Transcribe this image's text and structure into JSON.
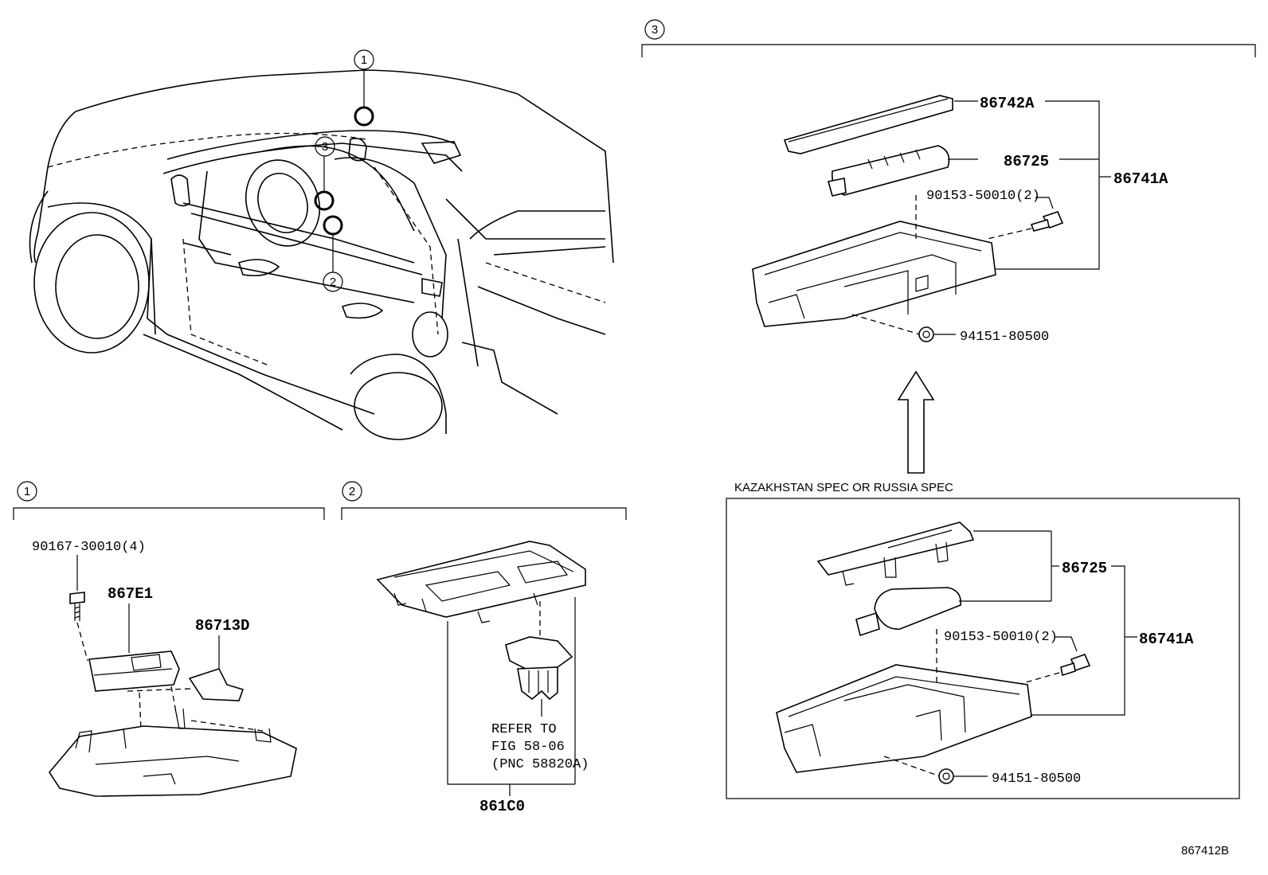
{
  "callouts": {
    "c1": "1",
    "c2": "2",
    "c3": "3"
  },
  "section3": {
    "parts": {
      "p86742A": "86742A",
      "p86725": "86725",
      "p86741A": "86741A",
      "bolt": "90153-50010(2)",
      "nut": "94151-80500"
    },
    "spec_label": "KAZAKHSTAN SPEC OR RUSSIA SPEC",
    "spec_parts": {
      "p86725": "86725",
      "p86741A": "86741A",
      "bolt": "90153-50010(2)",
      "nut": "94151-80500"
    }
  },
  "section1": {
    "parts": {
      "screw": "90167-30010(4)",
      "p867E1": "867E1",
      "p86713D": "86713D"
    }
  },
  "section2": {
    "refer": [
      "REFER TO",
      "FIG 58-06",
      "(PNC 58820A)"
    ],
    "p861C0": "861C0"
  },
  "figure_id": "867412B"
}
